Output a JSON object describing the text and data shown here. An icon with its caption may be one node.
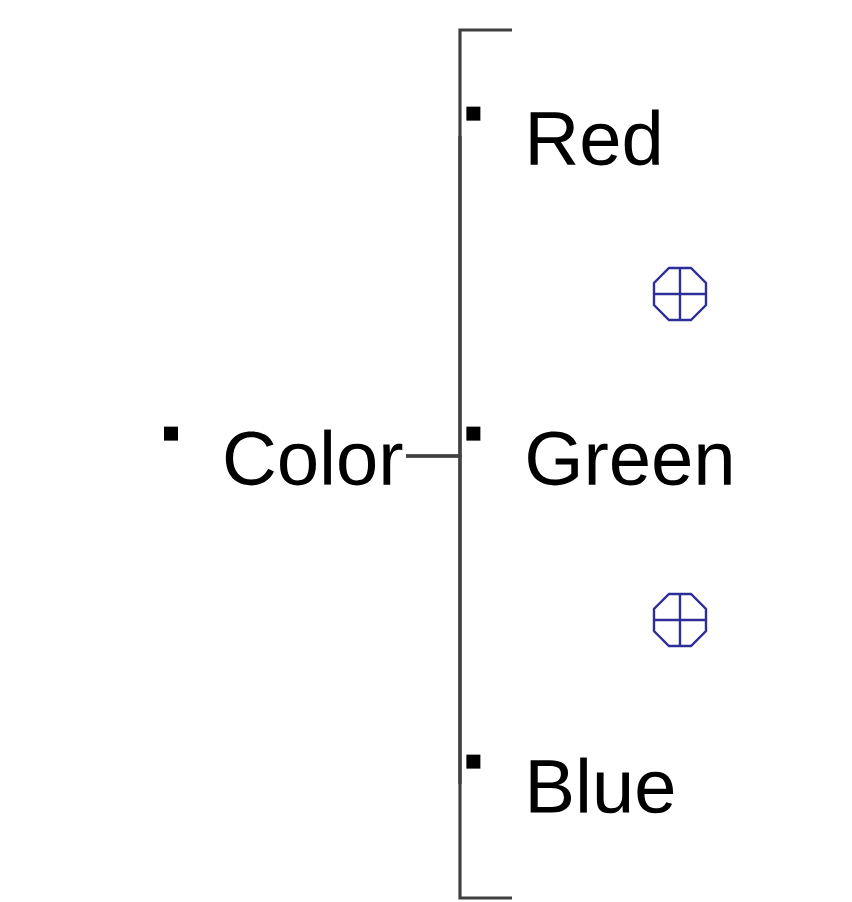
{
  "diagram": {
    "nodes": [
      {
        "text": [
          "Color"
        ]
      },
      {
        "text": [
          "Red"
        ]
      },
      {
        "text": [
          "Green"
        ]
      },
      {
        "text": [
          "Blue"
        ]
      }
    ],
    "edges": [
      {
        "from": 0,
        "to": 1,
        "arrow": "none"
      },
      {
        "from": 0,
        "to": 2,
        "arrow": "none"
      },
      {
        "from": 0,
        "to": 3,
        "arrow": "none"
      }
    ]
  }
}
